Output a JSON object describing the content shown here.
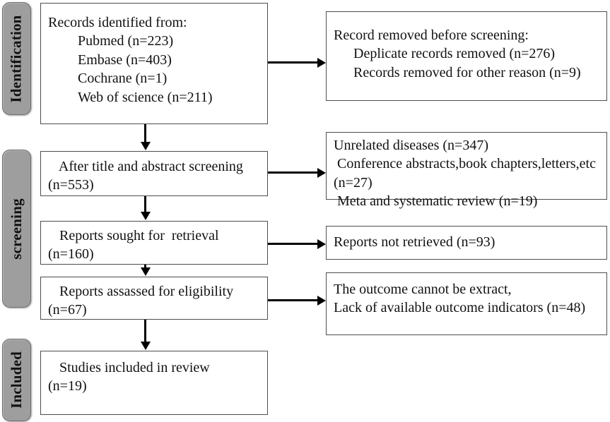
{
  "diagram": {
    "type": "prisma-flow-diagram",
    "stages": [
      {
        "id": "identification",
        "label": "Identification"
      },
      {
        "id": "screening",
        "label": "screening"
      },
      {
        "id": "included",
        "label": "Included"
      }
    ],
    "boxes": {
      "records_identified": {
        "lines": [
          "Records identified from:",
          "Pubmed (n=223)",
          "Embase (n=403)",
          "Cochrane (n=1)",
          "Web of science (n=211)"
        ]
      },
      "records_removed": {
        "lines": [
          "Record removed before screening:",
          "Deplicate records removed (n=276)",
          "Records removed for other reason (n=9)"
        ]
      },
      "after_title_abstract": {
        "lines": [
          " After title and abstract screening",
          "(n=553)"
        ]
      },
      "screening_exclusions": {
        "lines": [
          "Unrelated diseases (n=347)",
          " Conference abstracts,book chapters,letters,etc",
          "(n=27)",
          " Meta and systematic review (n=19)"
        ]
      },
      "reports_sought": {
        "lines": [
          " Reports sought for  retrieval",
          "(n=160)"
        ]
      },
      "reports_not_retrieved": {
        "lines": [
          "Reports not retrieved (n=93)"
        ]
      },
      "reports_assessed": {
        "lines": [
          " Reports assassed for eligibility",
          "(n=67)"
        ]
      },
      "eligibility_exclusions": {
        "lines": [
          "The outcome cannot be extract,",
          "Lack of available outcome indicators (n=48)"
        ]
      },
      "studies_included": {
        "lines": [
          " Studies included in review",
          "(n=19)"
        ]
      }
    },
    "colors": {
      "stage_pill_fill": "#9e9e9e",
      "stage_pill_border": "#6d6d6d",
      "box_border": "#4d4d4d",
      "connector": "#000000",
      "text": "#111111",
      "background": "#ffffff"
    }
  }
}
